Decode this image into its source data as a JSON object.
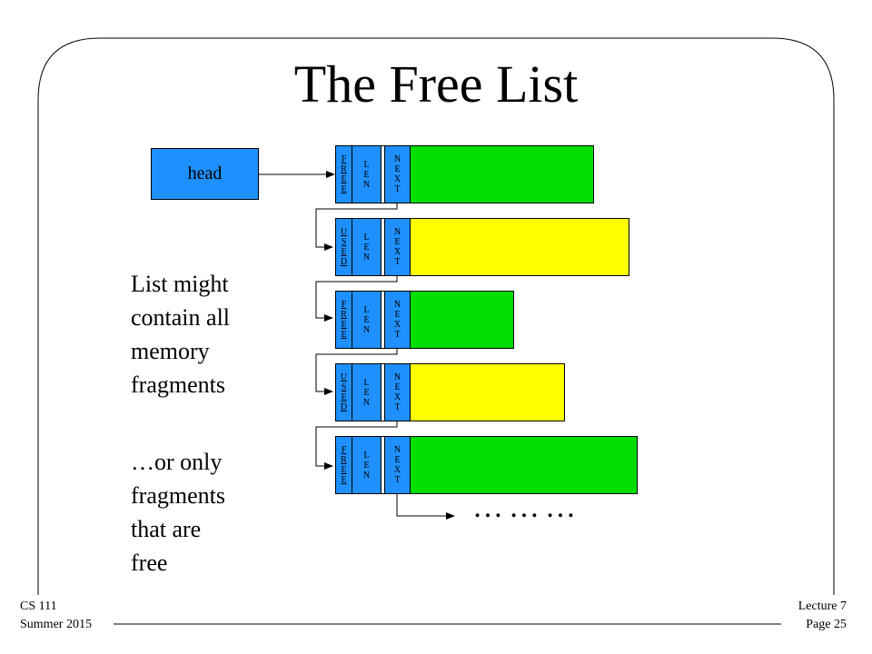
{
  "title": "The Free List",
  "head_label": "head",
  "blocks": [
    {
      "status": "FREE",
      "len": "LEN",
      "next": "NEXT",
      "data_color": "#00dd00"
    },
    {
      "status": "USED",
      "len": "LEN",
      "next": "NEXT",
      "data_color": "#ffff00"
    },
    {
      "status": "FREE",
      "len": "LEN",
      "next": "NEXT",
      "data_color": "#00dd00"
    },
    {
      "status": "USED",
      "len": "LEN",
      "next": "NEXT",
      "data_color": "#ffff00"
    },
    {
      "status": "FREE",
      "len": "LEN",
      "next": "NEXT",
      "data_color": "#00dd00"
    }
  ],
  "side_text": {
    "line1": "List might",
    "line2": "contain all",
    "line3": "memory",
    "line4": "fragments",
    "line5": "…or only",
    "line6": "fragments",
    "line7": "that are",
    "line8": "free"
  },
  "ellipsis": "…",
  "footer": {
    "course": "CS 111",
    "term": "Summer 2015",
    "lecture": "Lecture 7",
    "page": "Page 25"
  },
  "colors": {
    "cell_blue": "#1e90ff",
    "free_green": "#00dd00",
    "used_yellow": "#ffff00"
  }
}
